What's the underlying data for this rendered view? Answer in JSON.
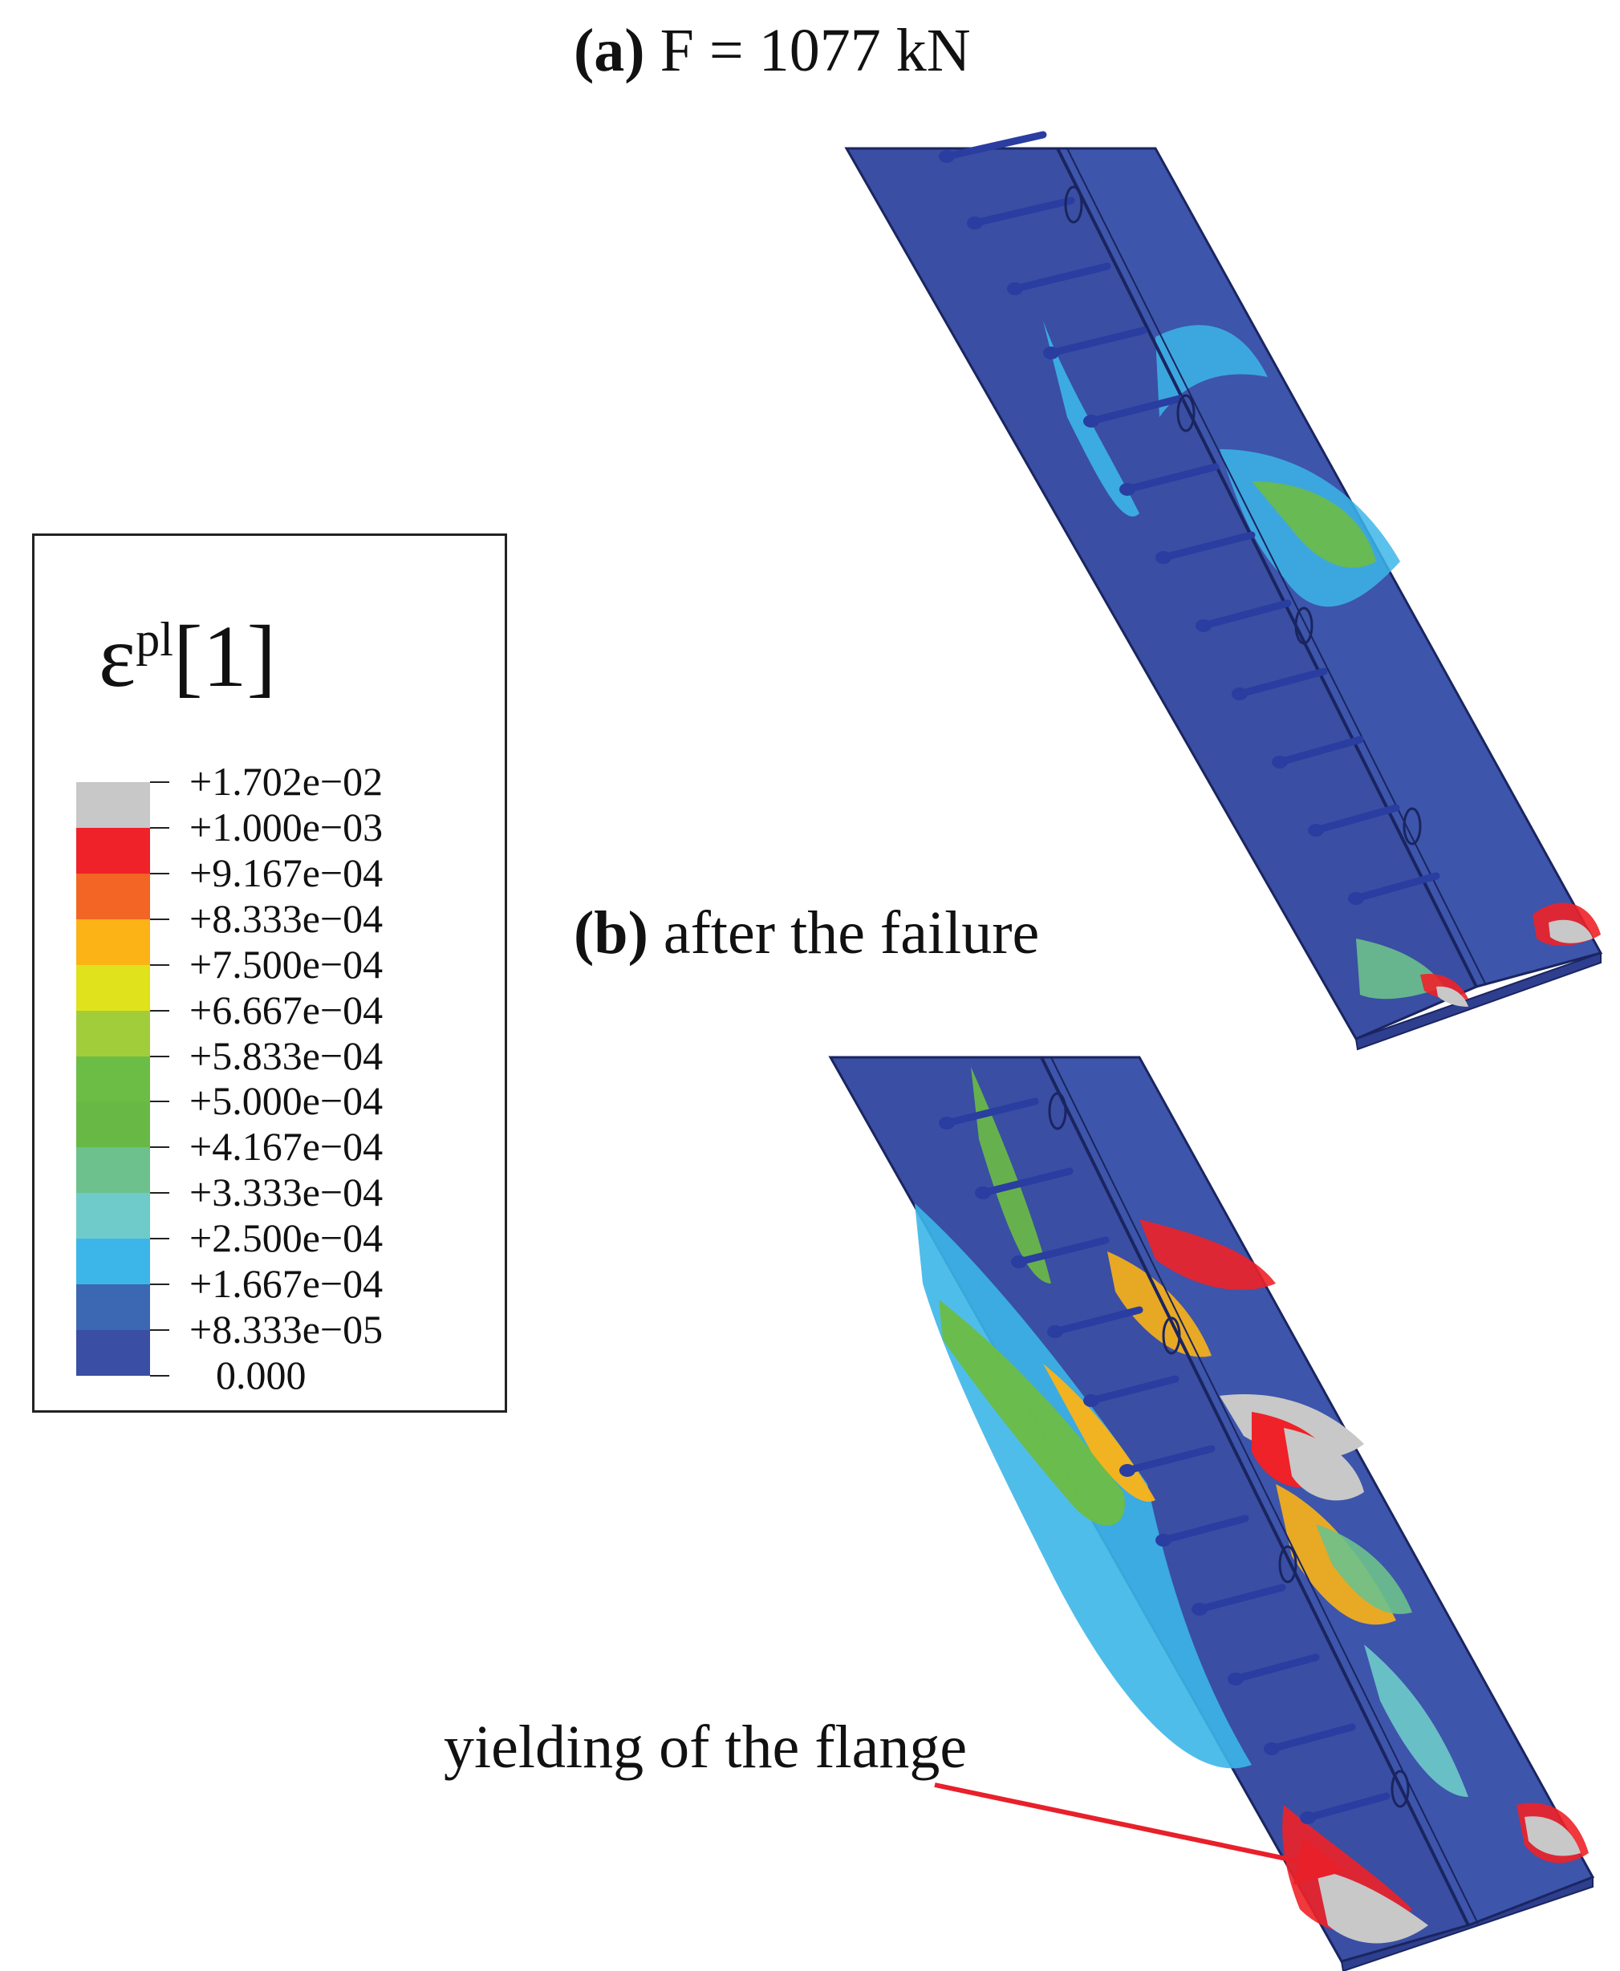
{
  "titles": {
    "a_label": "(a)",
    "a_text": "F = 1077 kN",
    "b_label": "(b)",
    "b_text": "after the failure"
  },
  "annotation": {
    "text": "yielding of the flange",
    "arrow_color": "#e8202a"
  },
  "legend": {
    "symbol_base": "ε",
    "symbol_sup": "pl",
    "symbol_arg": "[1]",
    "ticks": [
      "+1.702e−02",
      "+1.000e−03",
      "+9.167e−04",
      "+8.333e−04",
      "+7.500e−04",
      "+6.667e−04",
      "+5.833e−04",
      "+5.000e−04",
      "+4.167e−04",
      "+3.333e−04",
      "+2.500e−04",
      "+1.667e−04",
      "+8.333e−05",
      "0.000"
    ],
    "colors": [
      "#c8c8c8",
      "#ee2228",
      "#f26524",
      "#fbb316",
      "#e0e21c",
      "#a2cd3b",
      "#6cbd45",
      "#68b846",
      "#6cc18c",
      "#6ecbc9",
      "#3cb6e8",
      "#3c67b2",
      "#3a4ea3"
    ]
  }
}
